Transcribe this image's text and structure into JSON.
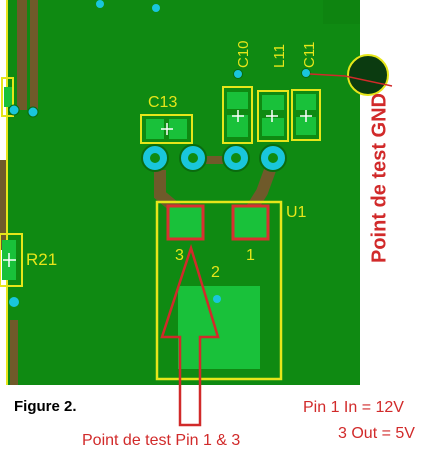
{
  "figure": {
    "caption": "Figure 2.",
    "colors": {
      "board": "#0f8a12",
      "silkscreen": "#e6e61a",
      "via_fill": "#19c6dc",
      "annotation_red": "#d12a2a",
      "pad_outline_red": "#d93030"
    }
  },
  "components": {
    "c10": "C10",
    "l11": "L11",
    "c11": "C11",
    "c13": "C13",
    "u1": "U1",
    "r21": "R21",
    "pin3": "3",
    "pin1": "1",
    "pin2": "2"
  },
  "annotations": {
    "gnd_test_point": "Point de test GND",
    "pin_test_point": "Point de test Pin 1 & 3",
    "pin1_in": "Pin 1 In = 12V",
    "pin3_out": "3 Out = 5V"
  }
}
